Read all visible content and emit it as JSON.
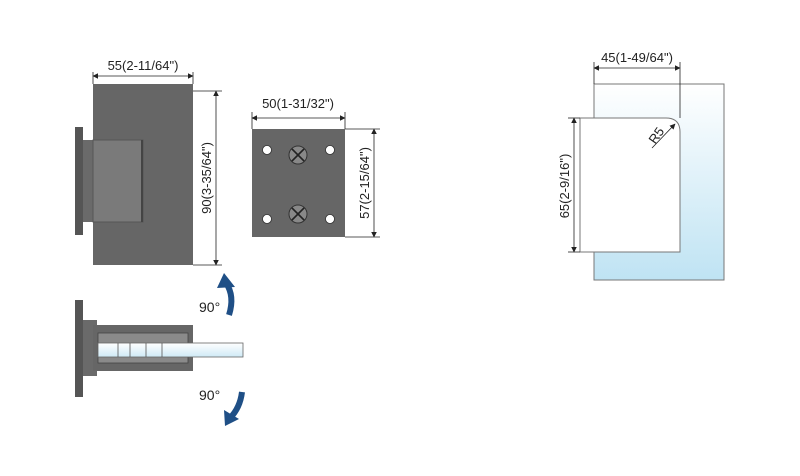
{
  "hinge_front": {
    "width_label": "55(2-11/64\")",
    "height_label": "90(3-35/64\")"
  },
  "mount_plate": {
    "width_label": "50(1-31/32\")",
    "height_label": "57(2-15/64\")"
  },
  "rotation": {
    "upper_angle": "90°",
    "lower_angle": "90°"
  },
  "glass_cutout": {
    "width_label": "45(1-49/64\")",
    "height_label": "65(2-9/16\")",
    "radius_label": "R5"
  },
  "colors": {
    "metal_dark": "#5a5a5a",
    "metal_mid": "#6e6e6e",
    "glass": "#cfe9f5",
    "arrow": "#1f4f86"
  }
}
